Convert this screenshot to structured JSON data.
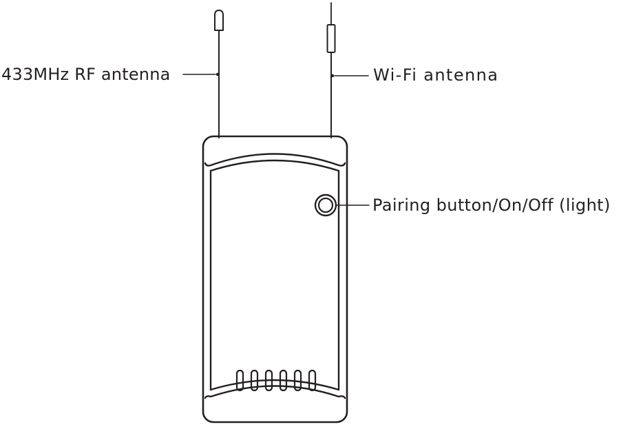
{
  "labels": {
    "rf_antenna": "433MHz RF antenna",
    "wifi_antenna": "Wi-Fi antenna",
    "pairing_button": "Pairing button/On/Off (light)"
  },
  "colors": {
    "stroke": "#231f20",
    "background": "#ffffff"
  },
  "device": {
    "vent_slots": 6
  }
}
